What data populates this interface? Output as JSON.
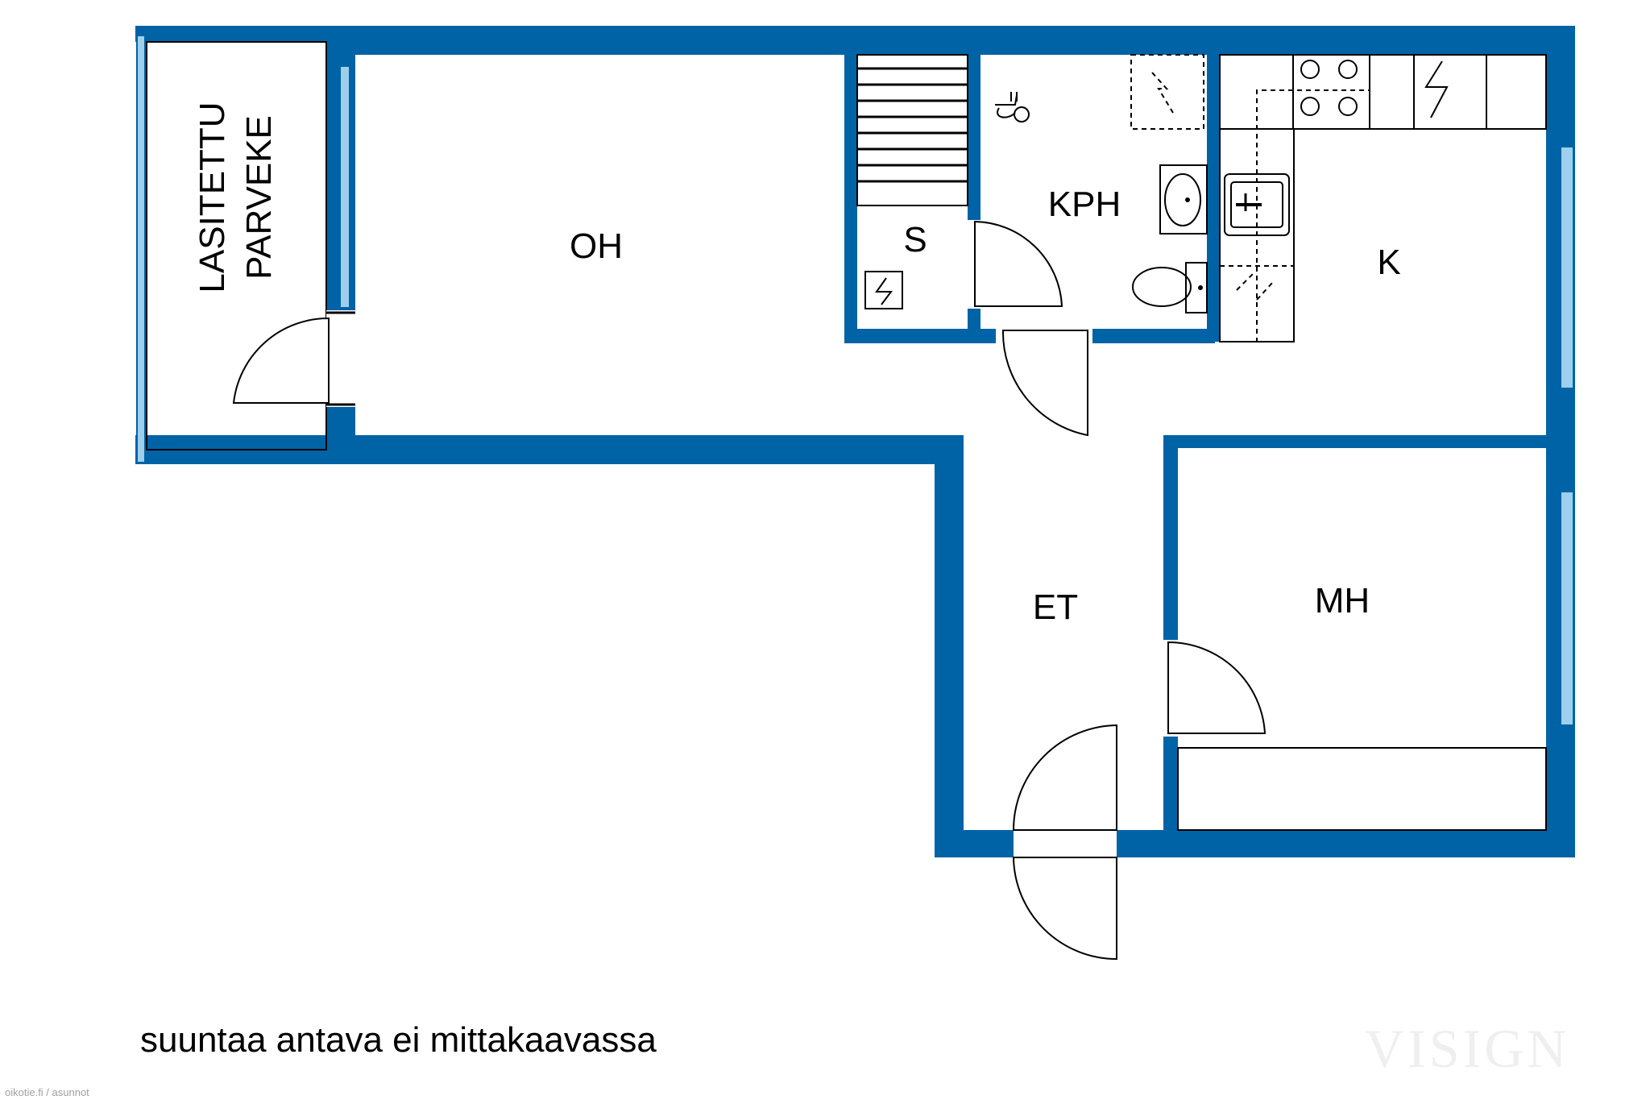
{
  "rooms": {
    "oh": "OH",
    "s": "S",
    "kph": "KPH",
    "k": "K",
    "et": "ET",
    "mh": "MH",
    "balcony_line1": "LASITETTU",
    "balcony_line2": "PARVEKE"
  },
  "note": "suuntaa antava ei mittakaavassa",
  "watermark": "VISIGN",
  "source": "oikotie.fi / asunnot",
  "colors": {
    "wall": "#0063a6",
    "window": "#9ed0ee",
    "line": "#000000"
  }
}
